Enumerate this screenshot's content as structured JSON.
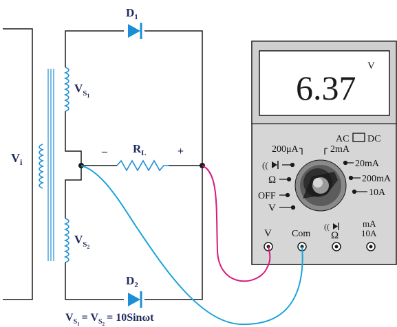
{
  "circuit": {
    "vi_label": "V",
    "vi_sub": "i",
    "vs1_label": "V",
    "vs1_sub": "S",
    "vs1_subsub": "1",
    "vs2_label": "V",
    "vs2_sub": "S",
    "vs2_subsub": "2",
    "d1_label": "D",
    "d1_sub": "1",
    "d2_label": "D",
    "d2_sub": "2",
    "rl_label": "R",
    "rl_sub": "L",
    "rl_minus": "–",
    "rl_plus": "+",
    "equation_part1": "V",
    "equation_part2": "S",
    "equation_part3": "1",
    "equation_part4": "= V",
    "equation_part5": "S",
    "equation_part6": "2",
    "equation_part7": "= 10Sinωt"
  },
  "meter": {
    "reading": "6.37",
    "unit": "V",
    "ac_label": "AC",
    "dc_label": "DC",
    "range_labels": {
      "r200uA": "200μA",
      "r2mA": "2mA",
      "r20mA": "20mA",
      "r200mA": "200mA",
      "r10A": "10A",
      "ohm": "Ω",
      "off": "OFF",
      "volt": "V"
    },
    "jacks": {
      "v": "V",
      "com": "Com",
      "ohm": "Ω",
      "ma": "mA",
      "ten_a": "10A"
    }
  },
  "colors": {
    "probe_red": "#d6197e",
    "probe_blue": "#1aa3d9",
    "component_blue": "#1a8fd6",
    "wire": "#1a1a1a",
    "meter_body": "#d6d6d6"
  }
}
